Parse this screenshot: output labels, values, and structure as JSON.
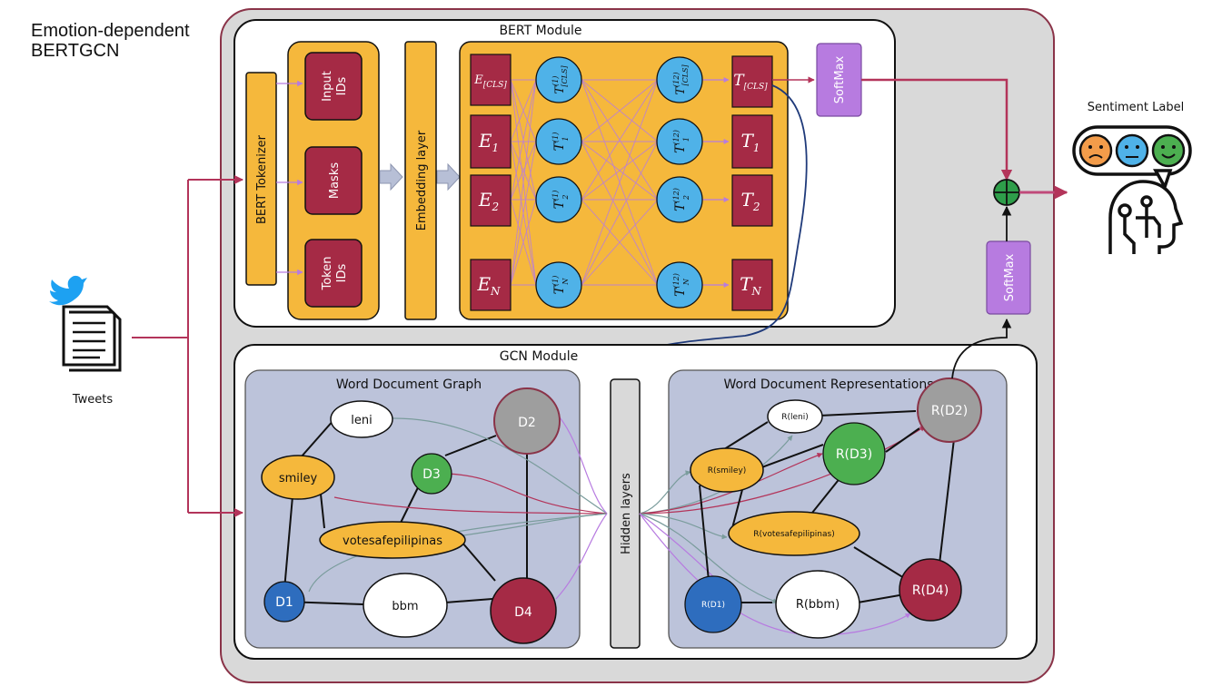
{
  "title": "Emotion-dependent\nBERTGCN",
  "title_line1": "Emotion-dependent",
  "title_line2": "BERTGCN",
  "bert_module": {
    "label": "BERT Module",
    "tokenizer": "BERT Tokenizer",
    "inputs": [
      "Input IDs",
      "Masks",
      "Token IDs"
    ],
    "input_line1": [
      "Input",
      "Masks",
      "Token"
    ],
    "input_line2": [
      "IDs",
      "",
      "IDs"
    ],
    "embedding": "Embedding layer",
    "embeddings": [
      "E[CLS]",
      "E1",
      "E2",
      "EN"
    ],
    "layer1": [
      "T(1)[CLS]",
      "T(1)1",
      "T(1)2",
      "T(1)N"
    ],
    "layer12": [
      "T(12)[CLS]",
      "T(12)1",
      "T(12)2",
      "T(12)N"
    ],
    "outputs": [
      "T[CLS]",
      "T1",
      "T2",
      "TN"
    ],
    "softmax": "SoftMax"
  },
  "gcn_module": {
    "label": "GCN Module",
    "graph_title": "Word Document Graph",
    "hidden": "Hidden layers",
    "repr_title": "Word Document Representations",
    "graph_nodes": [
      "leni",
      "D2",
      "smiley",
      "D3",
      "votesafepilipinas",
      "D1",
      "bbm",
      "D4"
    ],
    "repr_nodes": [
      "R(leni)",
      "R(D2)",
      "R(smiley)",
      "R(D3)",
      "R(votesafepilipinas)",
      "R(D1)",
      "R(bbm)",
      "R(D4)"
    ],
    "softmax": "SoftMax"
  },
  "input_label": "Tweets",
  "output_label": "Sentiment Label",
  "colors": {
    "yellow": "#f5b83c",
    "maroon": "#a52a45",
    "blue": "#4fb2e8",
    "purple": "#b77be0",
    "gray_panel": "#d9d9d9",
    "graph_bg": "#bcc3da",
    "green": "#4caf50",
    "dark_blue": "#2e6dbe"
  }
}
